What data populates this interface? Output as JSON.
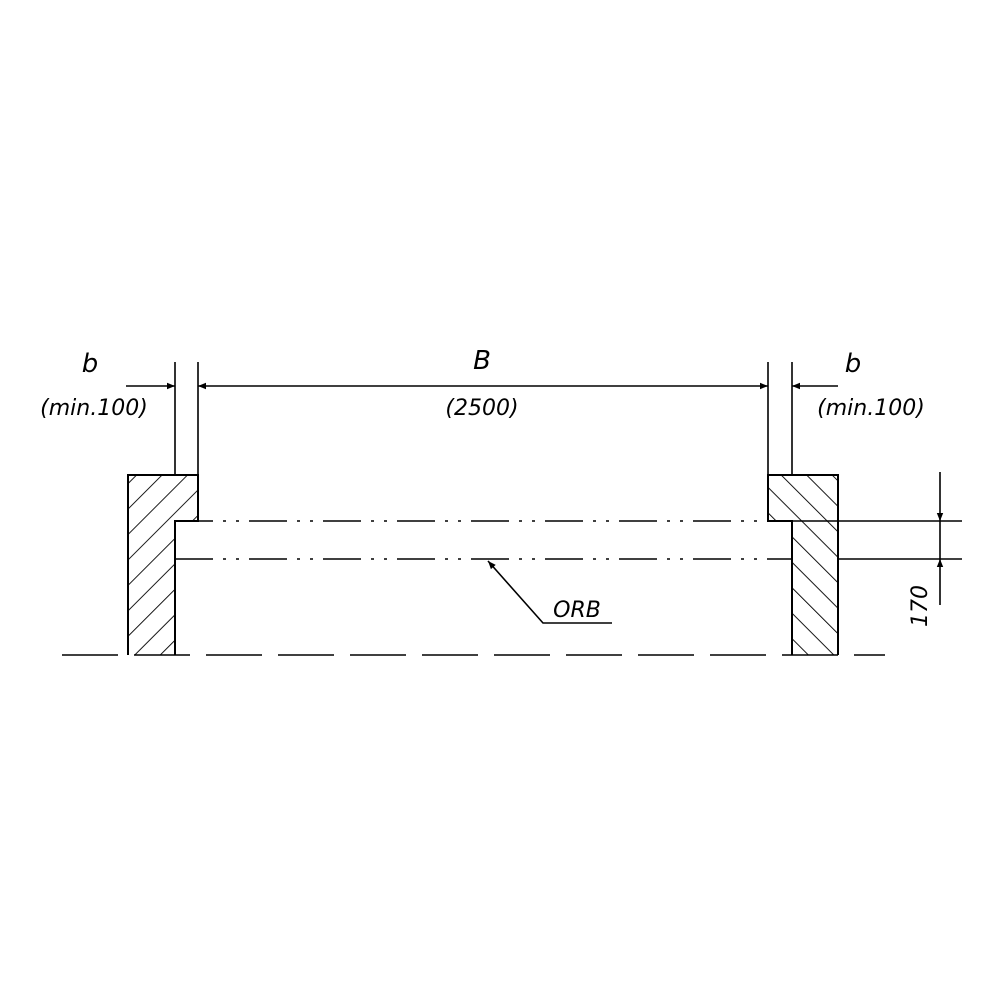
{
  "dimensions": {
    "left": {
      "symbol": "b",
      "value": "(min.100)"
    },
    "center": {
      "symbol": "B",
      "value": "(2500)"
    },
    "right": {
      "symbol": "b",
      "value": "(min.100)"
    },
    "vertical": {
      "value": "170"
    }
  },
  "callout": {
    "label": "ORB"
  },
  "colors": {
    "line": "#000000",
    "background": "#ffffff"
  }
}
